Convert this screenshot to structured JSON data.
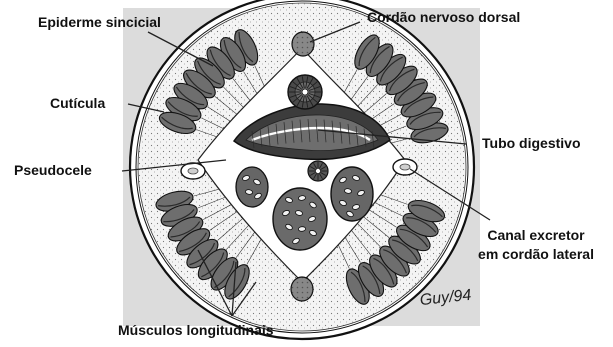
{
  "labels": {
    "epiderme": "Epiderme sincicial",
    "cordao_dorsal": "Cordão nervoso dorsal",
    "cuticula": "Cutícula",
    "tubo_digestivo": "Tubo digestivo",
    "pseudocele": "Pseudocele",
    "canal_excretor_1": "Canal excretor",
    "canal_excretor_2": "em cordão lateral",
    "musculos": "Músculos longitudinais"
  },
  "signature": "Guy/94",
  "colors": {
    "background_panel": "#dcdcdc",
    "outline": "#111111",
    "muscle_fill": "#6e6e6e",
    "muscle_dark": "#3a3a3a",
    "stipple": "#f2f2f2",
    "line": "#222222"
  }
}
